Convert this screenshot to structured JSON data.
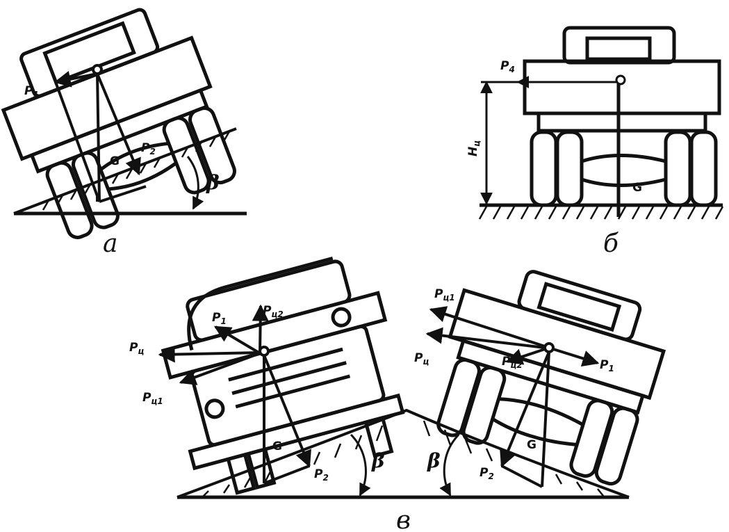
{
  "panels": {
    "a": {
      "caption": "а",
      "labels": {
        "p1": "P",
        "p1_sub": "1",
        "p2": "P",
        "p2_sub": "2",
        "g": "G",
        "beta": "β"
      }
    },
    "b": {
      "caption": "б",
      "labels": {
        "p4": "P",
        "p4_sub": "4",
        "h": "H",
        "h_sub": "ц",
        "g": "G"
      }
    },
    "v": {
      "caption": "в",
      "left": {
        "labels": {
          "pc": "P",
          "pc_sub": "ц",
          "pc1": "P",
          "pc1_sub": "ц1",
          "p1": "P",
          "p1_sub": "1",
          "pc2": "P",
          "pc2_sub": "ц2",
          "g": "G",
          "p2": "P",
          "p2_sub": "2",
          "beta": "β"
        }
      },
      "right": {
        "labels": {
          "pc1": "P",
          "pc1_sub": "ц1",
          "pc": "P",
          "pc_sub": "ц",
          "pc2": "P",
          "pc2_sub": "ц2",
          "p1": "P",
          "p1_sub": "1",
          "g": "G",
          "p2": "P",
          "p2_sub": "2",
          "beta": "β"
        }
      }
    }
  },
  "colors": {
    "ink": "#111111",
    "paper": "#ffffff"
  }
}
